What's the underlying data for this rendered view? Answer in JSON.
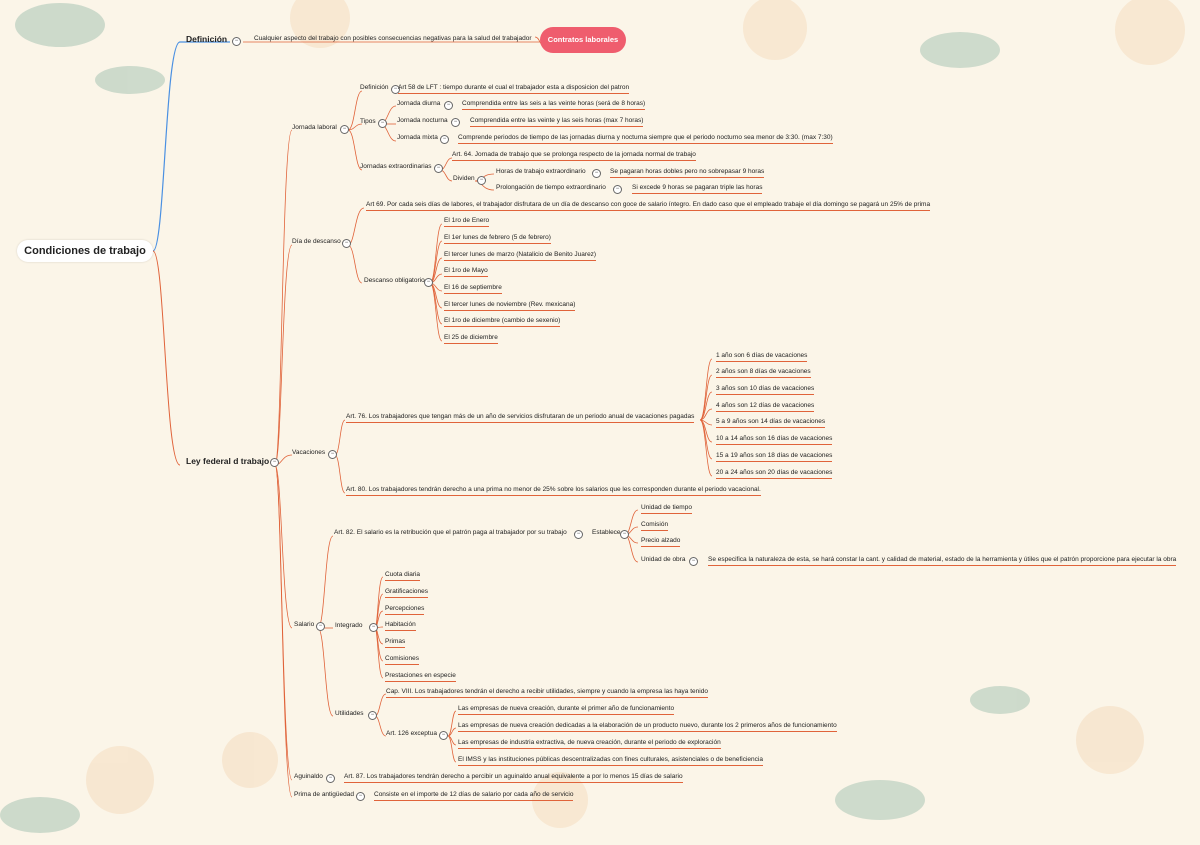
{
  "root": "Condiciones de trabajo",
  "definicion": {
    "label": "Definición",
    "text": "Cualquier aspecto del trabajo con posibles consecuencias negativas para la salud del trabajador",
    "linked": "Contratos laborales"
  },
  "ley": "Ley federal d trabajo",
  "jornada": {
    "label": "Jornada laboral",
    "definicion_label": "Definición",
    "definicion_text": "Art 58 de LFT : tiempo durante el cual el trabajador esta a disposicion del patron",
    "tipos_label": "Tipos",
    "diurna_label": "Jornada diurna",
    "diurna_text": "Comprendida entre las seis a las veinte horas (será de 8 horas)",
    "nocturna_label": "Jornada nocturna",
    "nocturna_text": "Comprendida entre las veinte y las seis horas (max 7 horas)",
    "mixta_label": "Jornada mixta",
    "mixta_text": "Comprende periodos de tiempo de las jornadas diurna y nocturna siempre que el periodo nocturno sea menor de 3:30. (max 7:30)",
    "extra_label": "Jornadas extraordinarias",
    "extra_art": "Art. 64. Jornada de trabajo que se prolonga respecto de la jornada normal de trabajo",
    "dividen_label": "Dividen",
    "horas_extra_label": "Horas de trabajo extraordinario",
    "horas_extra_text": "Se pagaran horas dobles pero no sobrepasar  9 horas",
    "prolongacion_label": "Prolongación de tiempo extraordinario",
    "prolongacion_text": "Si excede 9 horas se pagaran triple las horas"
  },
  "descanso": {
    "label": "Día de descanso",
    "art": "Art 69. Por cada seis días de labores, el trabajador disfrutara de un día de descanso con goce de salario íntegro. En dado caso que el empleado trabaje el día domingo se pagará un 25% de prima",
    "obligatorio_label": "Descanso obligatorio",
    "dias": [
      "El 1ro de Enero",
      "El 1er lunes de febrero (5 de febrero)",
      "El tercer lunes de marzo (Natalicio de Benito Juarez)",
      "El 1ro de Mayo",
      "El 16 de septiembre",
      "El tercer lunes de noviembre (Rev. mexicana)",
      "El 1ro de diciembre (cambio de sexenio)",
      "El 25 de diciembre"
    ]
  },
  "vacaciones": {
    "label": "Vacaciones",
    "art76": "Art. 76. Los trabajadores que tengan más de un año de servicios disfrutaran de un periodo anual de vacaciones pagadas",
    "anios": [
      "1 año son 6 días de vacaciones",
      "2 años son 8 días de vacaciones",
      "3 años son 10 días de vacaciones",
      "4 años son 12 días de vacaciones",
      "5 a 9 años son 14 días de vacaciones",
      "10 a 14 años son 16 días de vacaciones",
      "15 a 19 años son 18 días de vacaciones",
      "20 a 24 años son 20 días de vacaciones"
    ],
    "art80": "Art. 80. Los trabajadores tendrán derecho a una prima no menor de 25% sobre los salarios que les corresponden durante el periodo vacacional."
  },
  "salario": {
    "label": "Salario",
    "art82": "Art. 82. El salario es la retribución que el patrón paga al trabajador por su trabajo",
    "establece_label": "Establece",
    "establece": [
      "Unidad de tiempo",
      "Comisión",
      "Precio alzado"
    ],
    "unidad_obra_label": "Unidad de obra",
    "unidad_obra_text": "Se especifica la naturaleza de esta, se hará constar la cant. y calidad de material, estado de la herramienta y útiles que el patrón proporcione para ejecutar la obra",
    "integrado_label": "Integrado",
    "integrado": [
      "Cuota diaria",
      "Gratificaciones",
      "Percepciones",
      "Habitación",
      "Primas",
      "Comisiones",
      "Prestaciones en especie"
    ],
    "utilidades_label": "Utilidades",
    "cap8": "Cap. VIII. Los trabajadores tendrán el derecho a recibir utilidades, siempre y cuando la empresa las haya tenido",
    "art126_label": "Art. 126 exceptua",
    "excepciones": [
      "Las empresas de nueva creación, durante el primer año de funcionamiento",
      "Las empresas de nueva creación dedicadas a la elaboración de un producto nuevo, durante los 2 primeros años de funcionamiento",
      "Las empresas de industria extractiva, de nueva creación, durante el periodo de exploración",
      "El IMSS y las instituciones públicas descentralizadas con fines culturales, asistenciales o de beneficiencia"
    ]
  },
  "aguinaldo": {
    "label": "Aguinaldo",
    "text": "Art. 87. Los trabajadores tendrán derecho a percibir un aguinaldo anual equivalente a por lo menos 15 días de salario"
  },
  "prima": {
    "label": "Prima de antigüedad",
    "text": "Consiste en el importe de 12 días de salario por cada año de servicio"
  },
  "colors": {
    "line": "#e0633a",
    "blue_line": "#4a90e2",
    "pill": "#ef5d6e",
    "background": "#fbf5e8"
  }
}
